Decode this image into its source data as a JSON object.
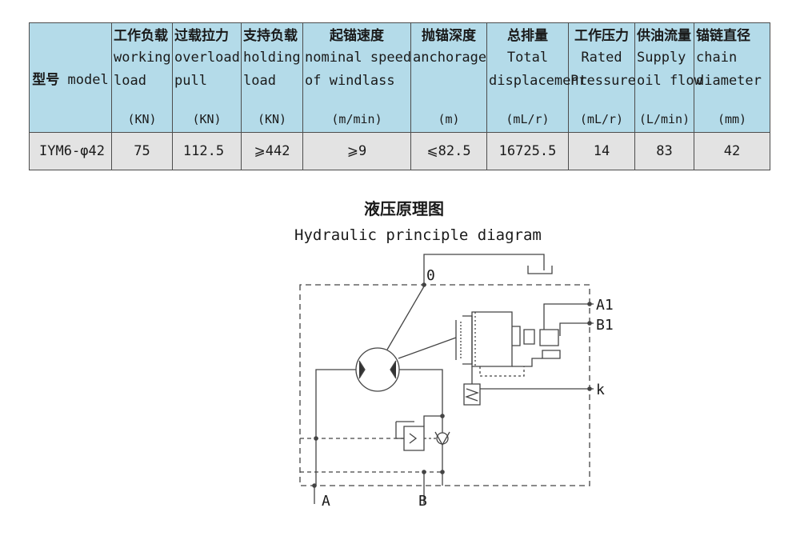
{
  "table": {
    "model_header_cn": "型号",
    "model_header_en": "model",
    "columns": [
      {
        "cn": "工作负载",
        "en": [
          "working",
          "load"
        ],
        "unit": "(KN)"
      },
      {
        "cn": "过载拉力",
        "en": [
          "overload",
          "pull"
        ],
        "unit": "(KN)"
      },
      {
        "cn": "支持负载",
        "en": [
          "holding",
          "load"
        ],
        "unit": "(KN)"
      },
      {
        "cn": "起锚速度",
        "en": [
          "nominal speed",
          "of windlass"
        ],
        "unit": "(m/min)"
      },
      {
        "cn": "抛锚深度",
        "en": [
          "anchorage"
        ],
        "unit": "(m)"
      },
      {
        "cn": "总排量",
        "en": [
          "Total",
          "displacement"
        ],
        "unit": "(mL/r)"
      },
      {
        "cn": "工作压力",
        "en": [
          "Rated",
          "Pressure"
        ],
        "unit": "(mL/r)"
      },
      {
        "cn": "供油流量",
        "en": [
          "Supply",
          "oil flow"
        ],
        "unit": "(L/min)"
      },
      {
        "cn": "锚链直径",
        "en": [
          "chain",
          "diameter"
        ],
        "unit": "(mm)"
      }
    ],
    "row": {
      "model": "IYM6-φ42",
      "values": [
        "75",
        "112.5",
        "⩾442",
        "⩾9",
        "⩽82.5",
        "16725.5",
        "14",
        "83",
        "42"
      ]
    }
  },
  "diagram": {
    "title_cn": "液压原理图",
    "title_en": "Hydraulic principle diagram",
    "ports": {
      "o": "0",
      "a1": "A1",
      "b1": "B1",
      "k": "k",
      "a": "A",
      "b": "B"
    }
  }
}
